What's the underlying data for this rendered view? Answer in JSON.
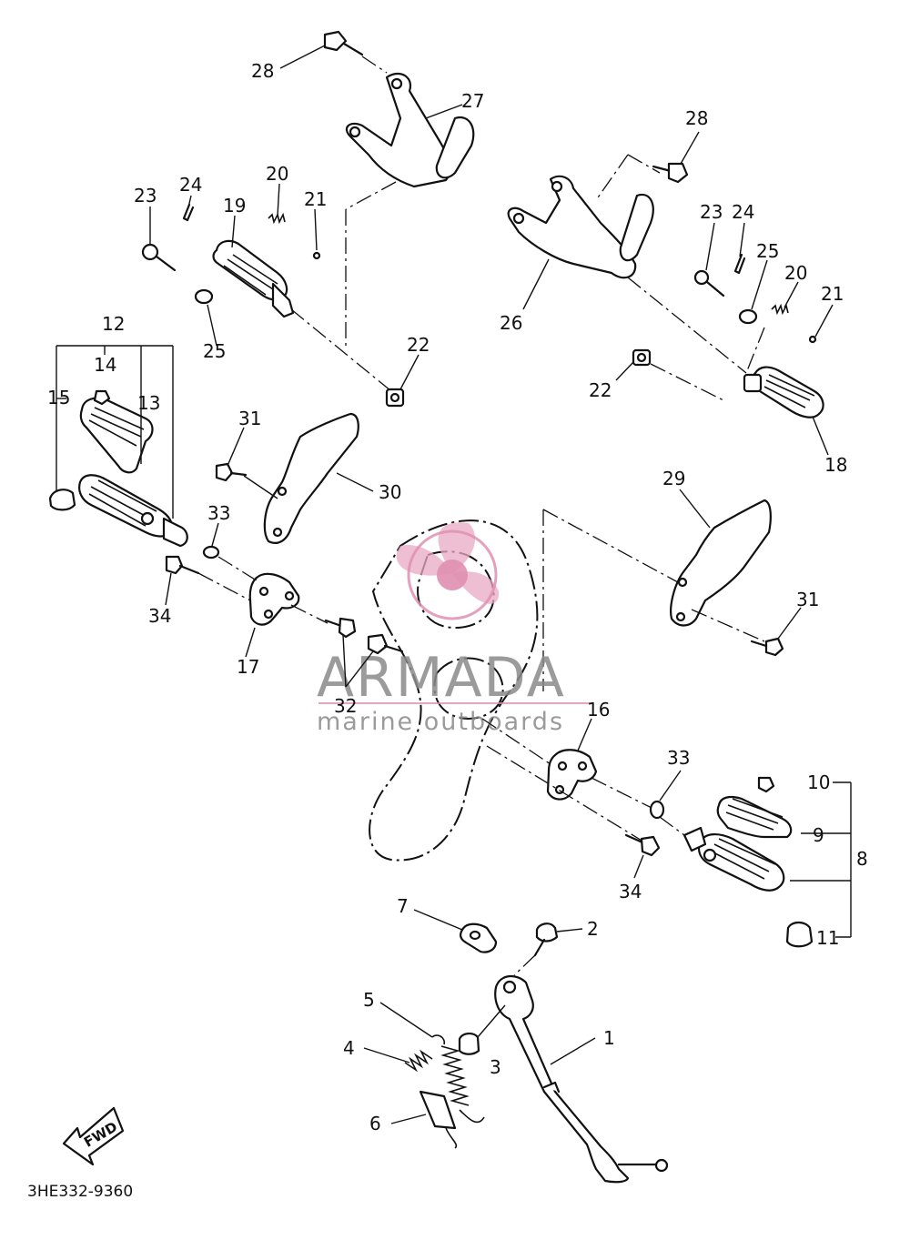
{
  "diagram_code": "3HE332-9360",
  "watermark": {
    "brand": "ARMADA",
    "tagline": "marine outboards"
  },
  "fwd_label": "FWD",
  "callouts": {
    "c1": "1",
    "c2": "2",
    "c3": "3",
    "c4": "4",
    "c5": "5",
    "c6": "6",
    "c7": "7",
    "c8": "8",
    "c9": "9",
    "c10": "10",
    "c11": "11",
    "c12": "12",
    "c13": "13",
    "c14": "14",
    "c15": "15",
    "c16": "16",
    "c17": "17",
    "c18": "18",
    "c19": "19",
    "c20": "20",
    "c21": "21",
    "c22": "22",
    "c23": "23",
    "c24": "24",
    "c25": "25",
    "c26": "26",
    "c27": "27",
    "c28": "28",
    "c29": "29",
    "c30": "30",
    "c31": "31",
    "c32": "32",
    "c33": "33",
    "c34": "34"
  },
  "colors": {
    "line": "#111111",
    "watermark_text": "#8a8a8a",
    "watermark_logo": "#e8a9c3"
  }
}
